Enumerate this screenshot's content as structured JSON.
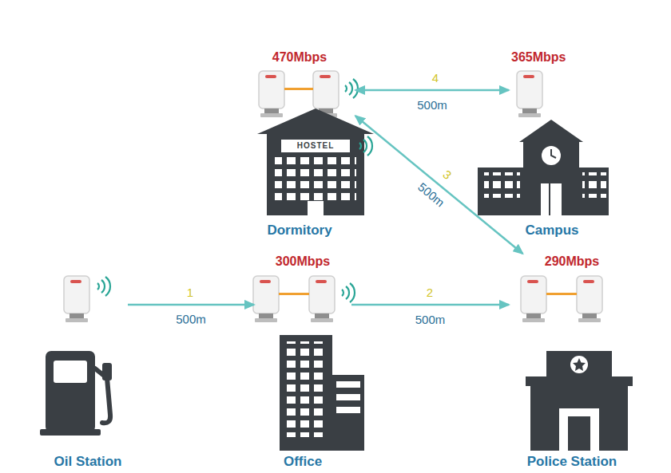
{
  "diagram": {
    "nodes": [
      {
        "text": [
          "470Mbps",
          "Dormitory"
        ]
      },
      {
        "text": [
          "365Mbps",
          "Campus"
        ]
      },
      {
        "text": [
          "Oil Station"
        ]
      },
      {
        "text": [
          "300Mbps",
          "Office"
        ]
      },
      {
        "text": [
          "290Mbps",
          "Police Station"
        ]
      }
    ],
    "edges": [
      {
        "from": 2,
        "to": 3,
        "arrow": "to",
        "label": "500m"
      },
      {
        "from": 3,
        "to": 4,
        "arrow": "to",
        "label": "500m"
      },
      {
        "from": 0,
        "to": 4,
        "arrow": "both",
        "label": "500m"
      },
      {
        "from": 0,
        "to": 1,
        "arrow": "both",
        "label": "500m"
      }
    ],
    "labels": [
      "4",
      "HOSTEL",
      "3",
      "1",
      "2"
    ]
  }
}
